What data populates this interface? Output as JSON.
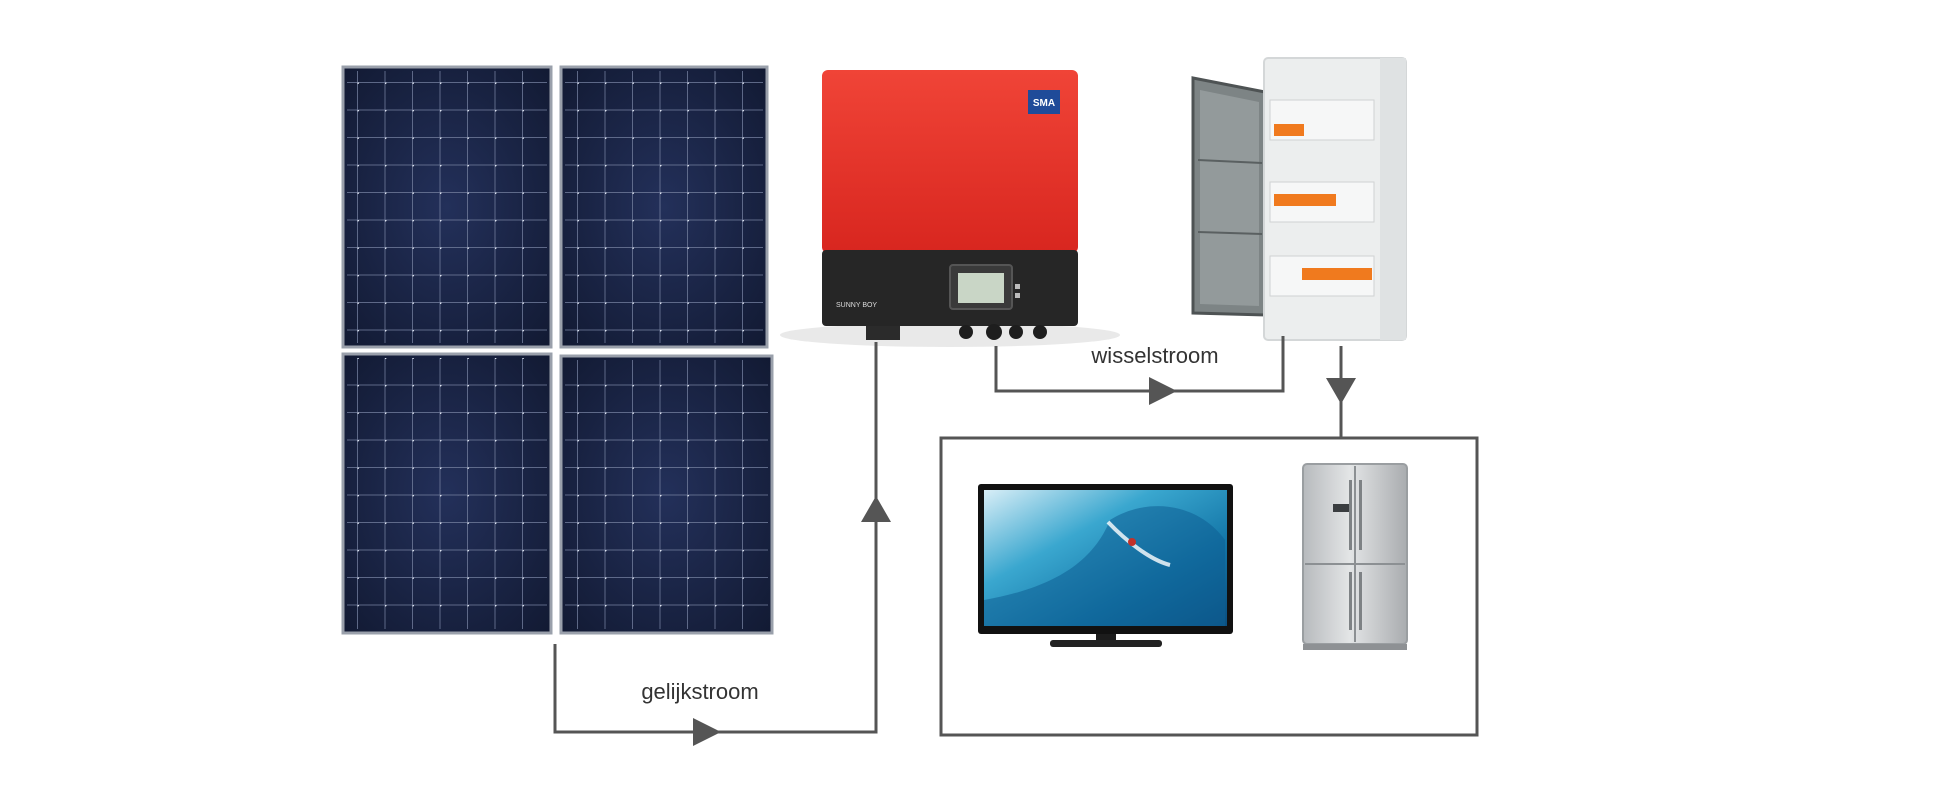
{
  "labels": {
    "dc": "gelijkstroom",
    "ac": "wisselstroom"
  },
  "inverter": {
    "brand": "SMA",
    "model": "SUNNY BOY"
  },
  "colors": {
    "line": "#555555",
    "panel_cell": "#1a2344",
    "panel_frame": "#9aa0ab",
    "inverter_red": "#e8322c",
    "inverter_base": "#262626",
    "cabinet": "#eceeee",
    "breaker": "#f07a1e",
    "tv_screen": "#2a8fc2",
    "fridge": "#c9ccce"
  },
  "icons": [
    "solar-panel-icon",
    "inverter-icon",
    "breaker-cabinet-icon",
    "television-icon",
    "refrigerator-icon"
  ]
}
